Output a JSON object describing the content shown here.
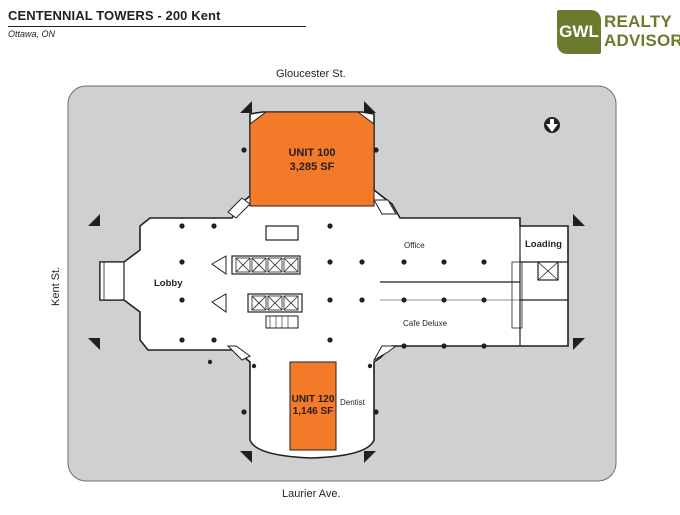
{
  "header": {
    "title": "CENTENNIAL TOWERS - 200 Kent",
    "subtitle": "Ottawa, ON"
  },
  "logo": {
    "mark": "GWL",
    "line1": "REALTY",
    "line2": "ADVISORS"
  },
  "streets": {
    "north": "Gloucester St.",
    "south": "Laurier Ave.",
    "west": "Kent St."
  },
  "rooms": {
    "unit100_name": "UNIT 100",
    "unit100_area": "3,285 SF",
    "unit120_name": "UNIT 120",
    "unit120_area": "1,146 SF",
    "lobby": "Lobby",
    "office": "Office",
    "loading": "Loading",
    "cafe": "Cafe Deluxe",
    "dentist": "Dentist"
  },
  "colors": {
    "unit_highlight": "#f47a2a",
    "site": "#cfd0d2",
    "brand": "#6b7b2e"
  },
  "icons": [
    "north-arrow-icon"
  ]
}
